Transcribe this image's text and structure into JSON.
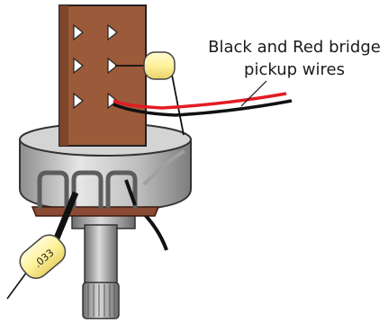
{
  "caption": {
    "line1": "Black and Red bridge",
    "line2": "pickup wires"
  },
  "capacitor_value": ".033",
  "parts": {
    "switch": "switch-block",
    "pot": "potentiometer",
    "cap_small": "capacitor-small",
    "cap_large": "capacitor-large"
  },
  "colors": {
    "switch_body": "#9b5a3a",
    "pot_body": "#c9c9c9",
    "lug_plate": "#8b4a33",
    "capacitor": "#fff3a8",
    "red_wire": "#e31b23",
    "black_wire": "#111111"
  }
}
